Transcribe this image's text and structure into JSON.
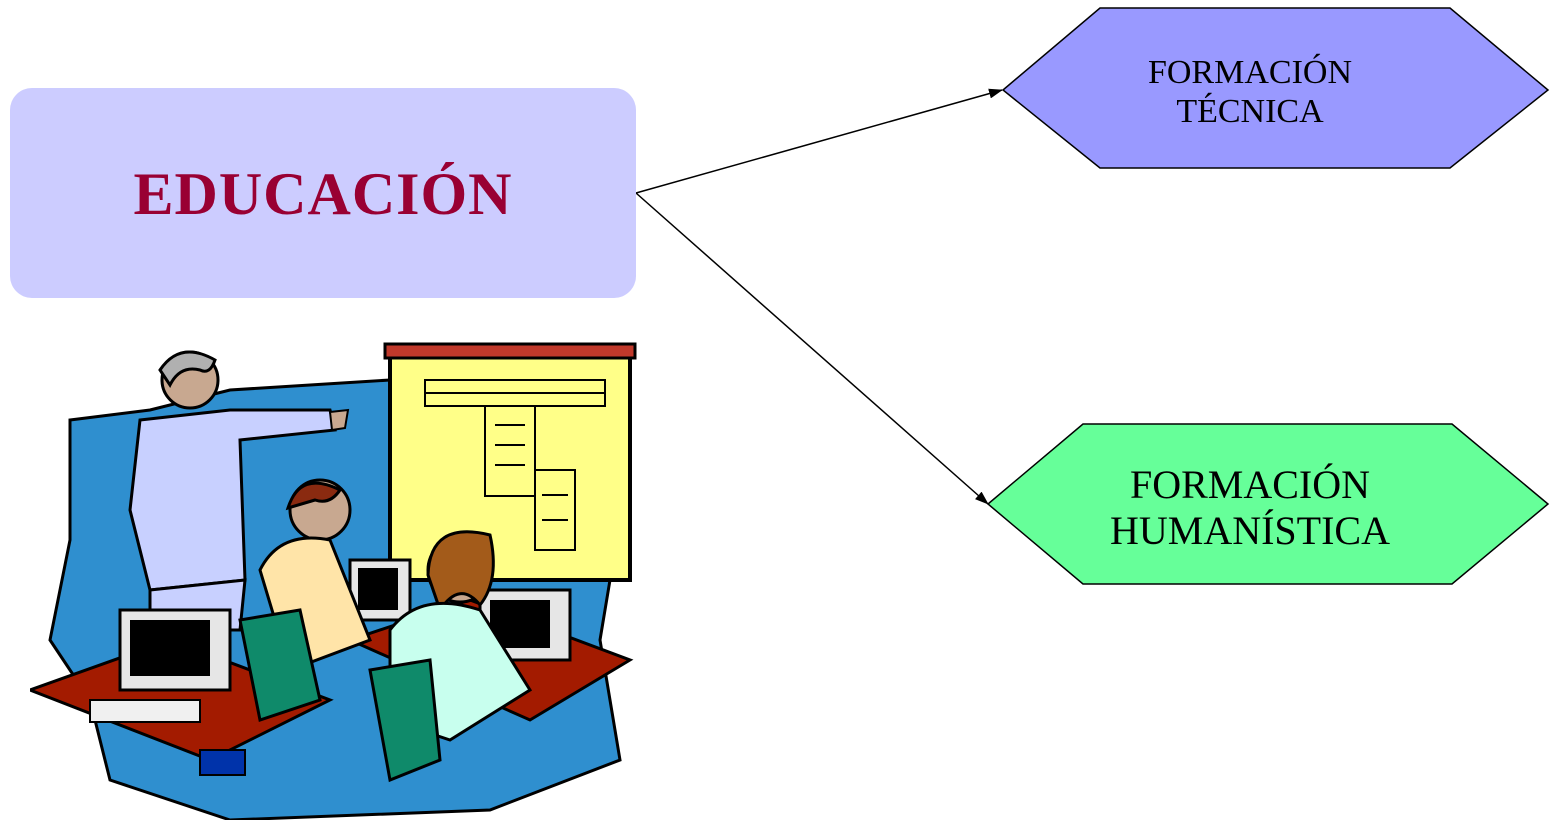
{
  "root": {
    "label": "EDUCACIÓN",
    "fill": "#ccccff",
    "text_color": "#990033"
  },
  "branches": [
    {
      "line1": "FORMACIÓN",
      "line2": "TÉCNICA",
      "fill": "#9999ff"
    },
    {
      "line1": "FORMACIÓN",
      "line2": "HUMANÍSTICA",
      "fill": "#66ff99"
    }
  ],
  "illustration": {
    "icon": "classroom-computers-illustration"
  }
}
